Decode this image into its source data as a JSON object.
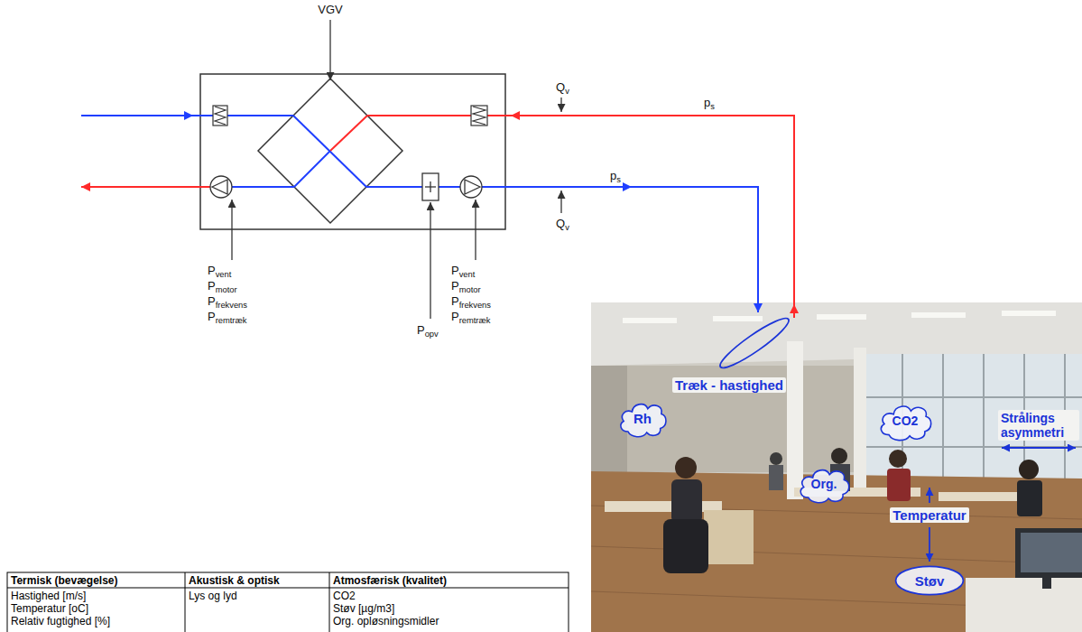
{
  "diagram": {
    "nodes": [
      {
        "text": [
          "Rh"
        ]
      },
      {
        "text": [
          "CO2"
        ]
      },
      {
        "text": [
          "Org."
        ]
      },
      {
        "text": [
          "Støv"
        ]
      }
    ],
    "labels": [
      "VGV",
      "Qv",
      "ps",
      "ps",
      "Qv",
      "Pvent",
      "Pmotor",
      "Pfrekvens",
      "Premtræk",
      "Pvent",
      "Pmotor",
      "Pfrekvens",
      "Premtræk",
      "Popv",
      "Træk - hastighed",
      "Strålings asymmetri",
      "Temperatur",
      "Termisk (bevægelse)",
      "Akustisk & optisk",
      "Atmosfærisk (kvalitet)",
      "Hastighed [m/s]",
      "Temperatur [oC]",
      "Relativ fugtighed [%]",
      "Lys og lyd",
      "CO2",
      "Støv [µg/m3]",
      "Org. opløsningsmidler"
    ]
  }
}
